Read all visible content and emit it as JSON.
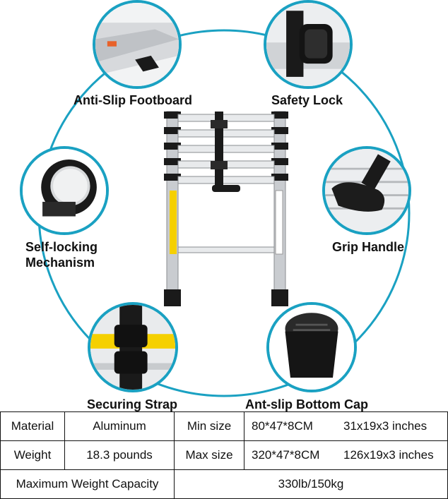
{
  "features": {
    "anti_slip_footboard": "Anti-Slip Footboard",
    "safety_lock": "Safety Lock",
    "self_locking_line1": "Self-locking",
    "self_locking_line2": "Mechanism",
    "grip_handle": "Grip Handle",
    "securing_strap": "Securing Strap",
    "bottom_cap": "Ant-slip Bottom Cap"
  },
  "colors": {
    "ring": "#1aa1c2",
    "warning_label": "#f5d000",
    "rubber": "#1a1a1a"
  },
  "specs": {
    "material_label": "Material",
    "material_value": "Aluminum",
    "min_size_label": "Min size",
    "min_size_cm": "80*47*8CM",
    "min_size_in": "31x19x3 inches",
    "weight_label": "Weight",
    "weight_value": "18.3 pounds",
    "max_size_label": "Max size",
    "max_size_cm": "320*47*8CM",
    "max_size_in": "126x19x3 inches",
    "capacity_label": "Maximum Weight Capacity",
    "capacity_value": "330lb/150kg"
  }
}
